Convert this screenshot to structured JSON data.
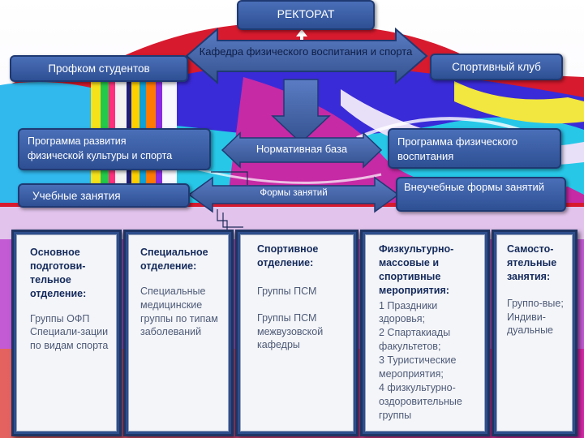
{
  "nodes": {
    "rectorate": "РЕКТОРАТ",
    "department": "Кафедра физического воспитания и спорта",
    "trade_union": "Профком студентов",
    "sports_club": "Спортивный клуб",
    "development_program": "Программа развития физической культуры и спорта",
    "normative_base": "Нормативная база",
    "education_program": "Программа физического воспитания",
    "classes": "Учебные занятия",
    "forms": "Формы занятий",
    "extracurricular": "Внеучебные формы занятий"
  },
  "columns": [
    {
      "title": "Основное подготови-тельное отделение:",
      "lines": [
        "Группы ОФП",
        "Специали-зации по видам спорта"
      ]
    },
    {
      "title": "Специальное отделение:",
      "lines": [
        "Специальные медицинские группы по типам заболеваний"
      ]
    },
    {
      "title": "Спортивное отделение:",
      "lines": [
        "Группы ПСМ",
        "Группы ПСМ межвузовской кафедры"
      ]
    },
    {
      "title": "Физкультурно-массовые и спортивные мероприятия:",
      "lines": [
        "1 Праздники здоровья;",
        "2 Спартакиады факультетов;",
        "3 Туристические мероприятия;",
        "4 физкультурно-оздоровительные группы"
      ]
    },
    {
      "title": "Самосто-ятельные занятия:",
      "lines": [
        "Группо-вые;",
        "Индиви-дуальные"
      ]
    }
  ],
  "colors": {
    "box": "#3b5ca3",
    "box_border": "#1f3a73",
    "column_frame": "#2e4e8c",
    "title_text": "#142a5c",
    "body_text": "#4d5a78"
  }
}
